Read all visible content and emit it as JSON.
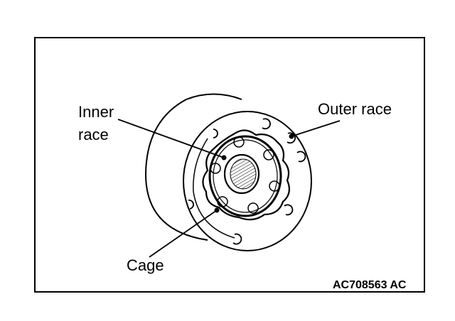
{
  "labels": {
    "inner_race_line1": "Inner",
    "inner_race_line2": "race",
    "outer_race": "Outer race",
    "cage": "Cage"
  },
  "figure_code": "AC708563 AC",
  "colors": {
    "ink": "#000000",
    "background": "#ffffff"
  }
}
